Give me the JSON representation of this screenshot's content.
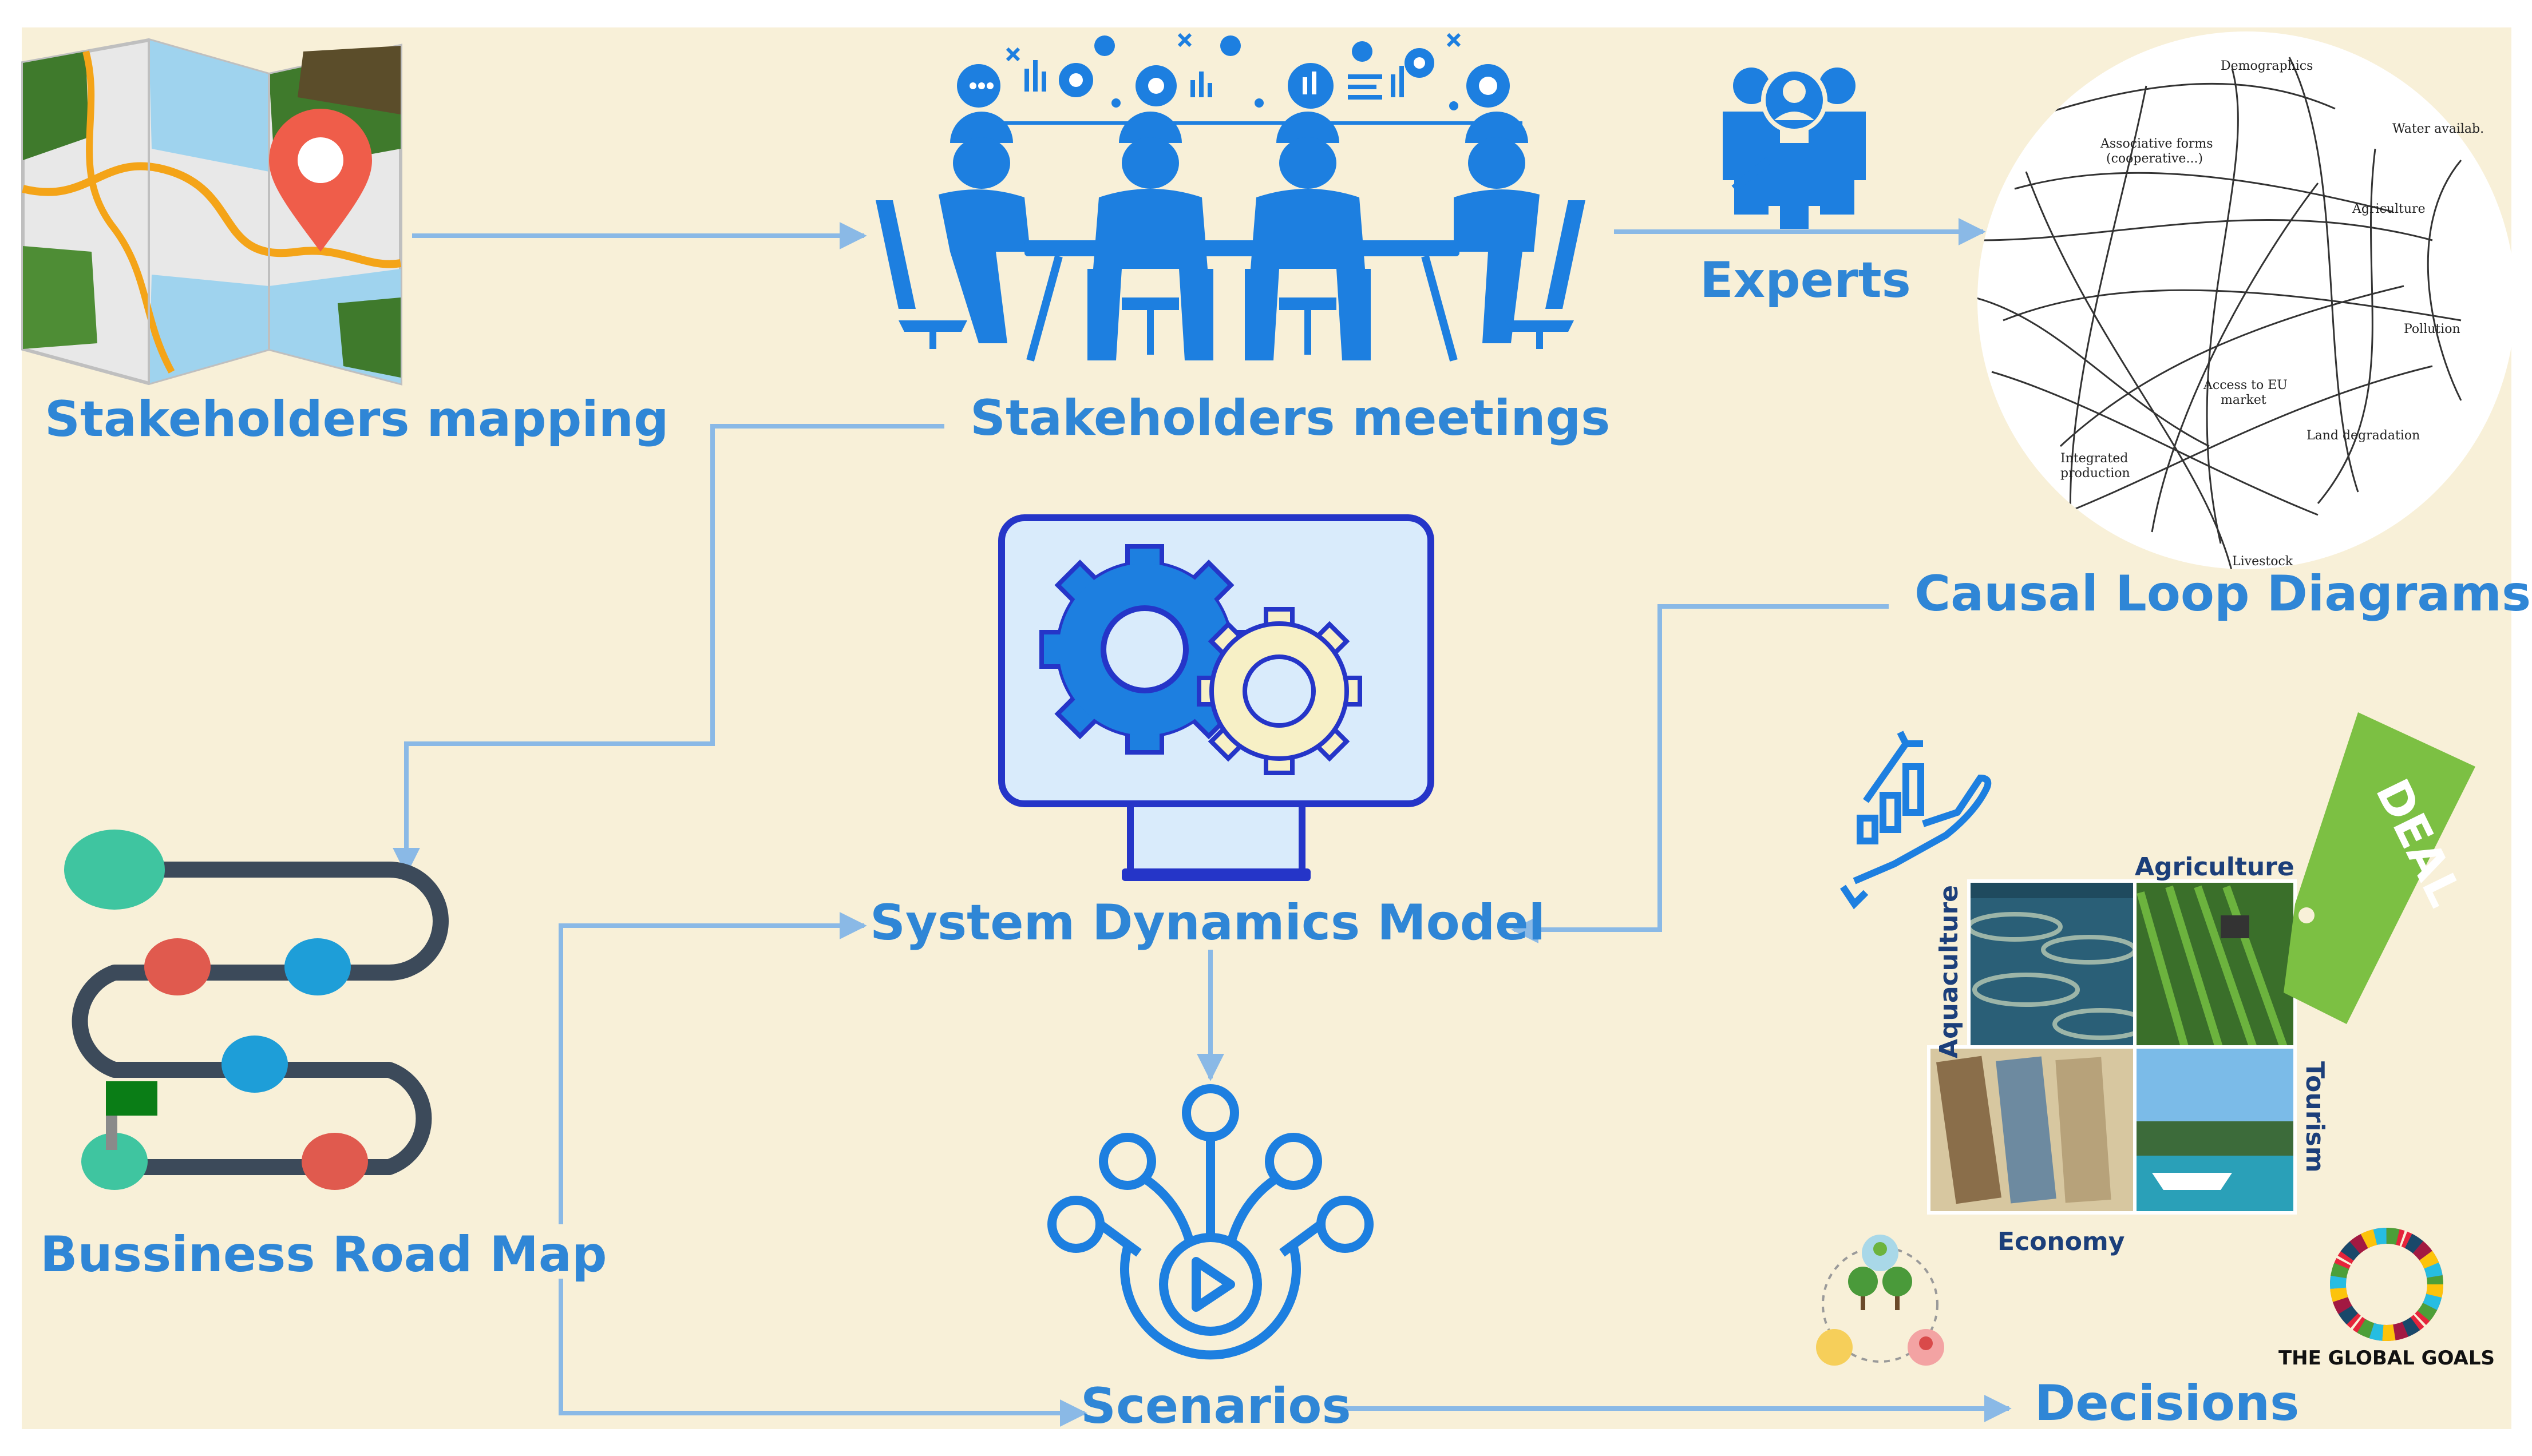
{
  "labels": {
    "stakeholders_mapping": "Stakeholders mapping",
    "stakeholders_meetings": "Stakeholders meetings",
    "experts": "Experts",
    "causal_loop_diagrams": "Causal Loop Diagrams",
    "system_dynamics_model": "System Dynamics Model",
    "business_road_map": "Bussiness Road Map",
    "scenarios": "Scenarios",
    "decisions": "Decisions"
  },
  "cld_nodes": {
    "demographics": "Demographics",
    "associative_1": "Associative forms",
    "associative_2": "(cooperative...)",
    "water": "Water availab.",
    "agriculture": "Agriculture",
    "pollution": "Pollution",
    "access_1": "Access to EU",
    "access_2": "market",
    "land": "Land degradation",
    "integrated_1": "Integrated",
    "integrated_2": "production",
    "livestock": "Livestock"
  },
  "puzzle": {
    "agriculture": "Agriculture",
    "aquaculture": "Aquaculture",
    "tourism": "Tourism",
    "economy": "Economy",
    "deal_tag": "DEAL"
  },
  "global_goals": "THE GLOBAL GOALS",
  "colors": {
    "background": "#f8f0d8",
    "accent_blue": "#2f86d6",
    "arrow": "#8ab9e6",
    "icon_blue": "#1d7fe0",
    "navy": "#1c3f7a"
  }
}
